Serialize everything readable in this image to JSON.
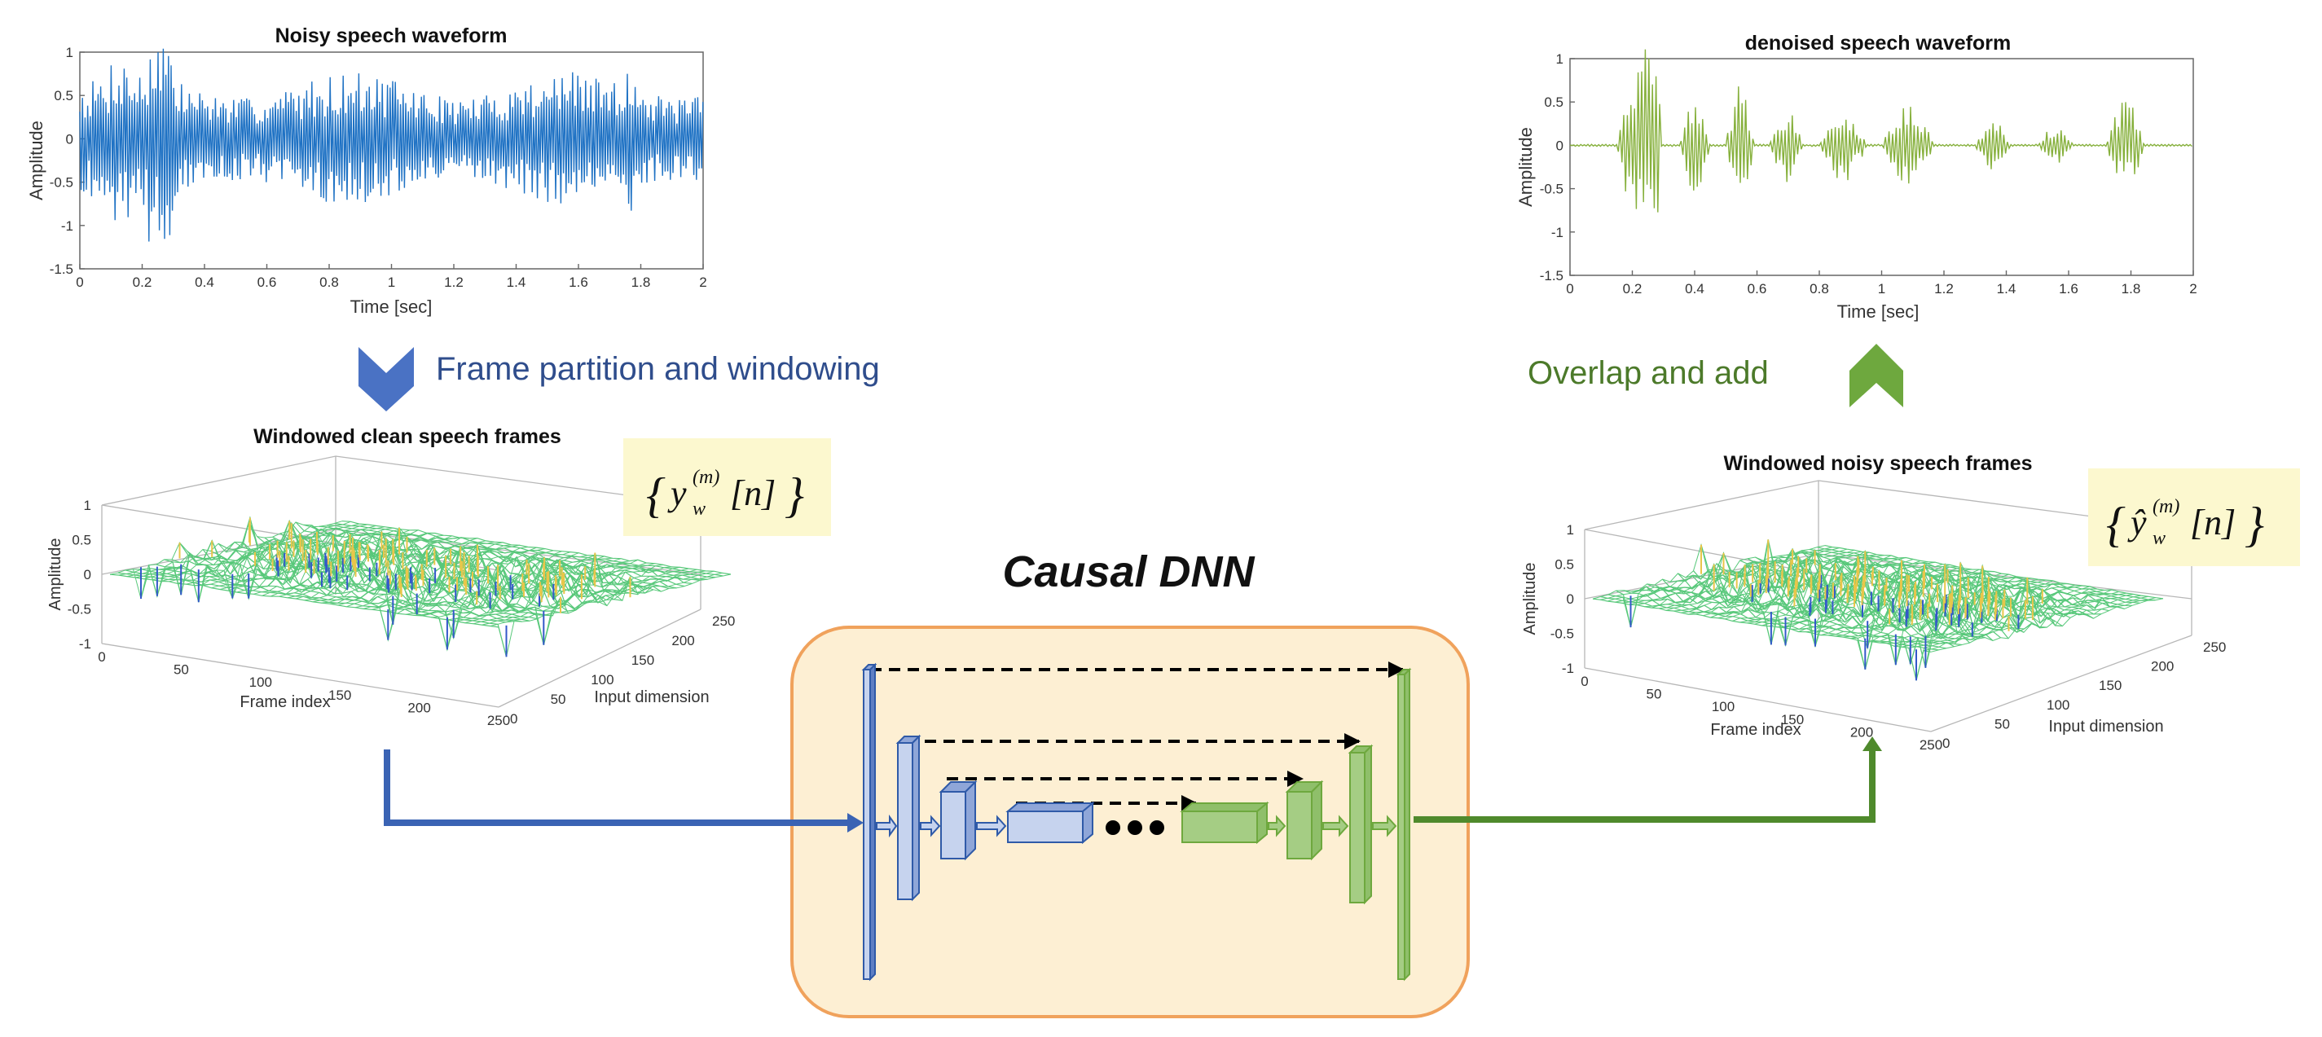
{
  "colors": {
    "blue": "#3a63b4",
    "blue_light": "#c6d3ee",
    "green": "#6b9c3a",
    "green_light": "#a5cd84",
    "wave_blue": "#1f72c4",
    "wave_green": "#86b03c",
    "dnn_fill": "#fdefd3",
    "dnn_border": "#f0a25c",
    "formula_bg": "#fcf8cf",
    "surface_green": "#58c87a",
    "surface_yellow": "#e8c64a",
    "surface_blue": "#3358c9",
    "label_blue": "#2f4d8c",
    "label_green": "#4c7a2a"
  },
  "noisy_plot": {
    "title": "Noisy speech waveform",
    "xlabel": "Time [sec]",
    "ylabel": "Amplitude",
    "xticks": [
      "0",
      "0.2",
      "0.4",
      "0.6",
      "0.8",
      "1",
      "1.2",
      "1.4",
      "1.6",
      "1.8",
      "2"
    ],
    "yticks": [
      "1",
      "0.5",
      "0",
      "-0.5",
      "-1",
      "-1.5"
    ]
  },
  "denoised_plot": {
    "title": "denoised speech waveform",
    "xlabel": "Time [sec]",
    "ylabel": "Amplitude",
    "xticks": [
      "0",
      "0.2",
      "0.4",
      "0.6",
      "0.8",
      "1",
      "1.2",
      "1.4",
      "1.6",
      "1.8",
      "2"
    ],
    "yticks": [
      "1",
      "0.5",
      "0",
      "-0.5",
      "-1",
      "-1.5"
    ]
  },
  "left_surface": {
    "title": "Windowed clean speech frames",
    "ylabel": "Amplitude",
    "xlabel": "Frame index",
    "dlabel": "Input dimension",
    "zticks": [
      "1",
      "0.5",
      "0",
      "-0.5",
      "-1"
    ],
    "frame_ticks": [
      "0",
      "50",
      "100",
      "150",
      "200",
      "250"
    ],
    "input_ticks": [
      "0",
      "50",
      "100",
      "150",
      "200",
      "250"
    ],
    "formula": "{ y_w^(m)[n] }",
    "formula_base": "y",
    "formula_sup": "(m)",
    "formula_sub": "w",
    "formula_arg": "[n]"
  },
  "right_surface": {
    "title": "Windowed noisy speech frames",
    "ylabel": "Amplitude",
    "xlabel": "Frame index",
    "dlabel": "Input dimension",
    "zticks": [
      "1",
      "0.5",
      "0",
      "-0.5",
      "-1"
    ],
    "frame_ticks": [
      "0",
      "50",
      "100",
      "150",
      "200",
      "250"
    ],
    "input_ticks": [
      "0",
      "50",
      "100",
      "150",
      "200",
      "250"
    ],
    "formula": "{ ŷ_w^(m)[n] }",
    "formula_base": "ŷ",
    "formula_sup": "(m)",
    "formula_sub": "w",
    "formula_arg": "[n]"
  },
  "labels": {
    "frame_partition": "Frame partition and windowing",
    "overlap_add": "Overlap and add",
    "dnn_title": "Causal DNN"
  }
}
